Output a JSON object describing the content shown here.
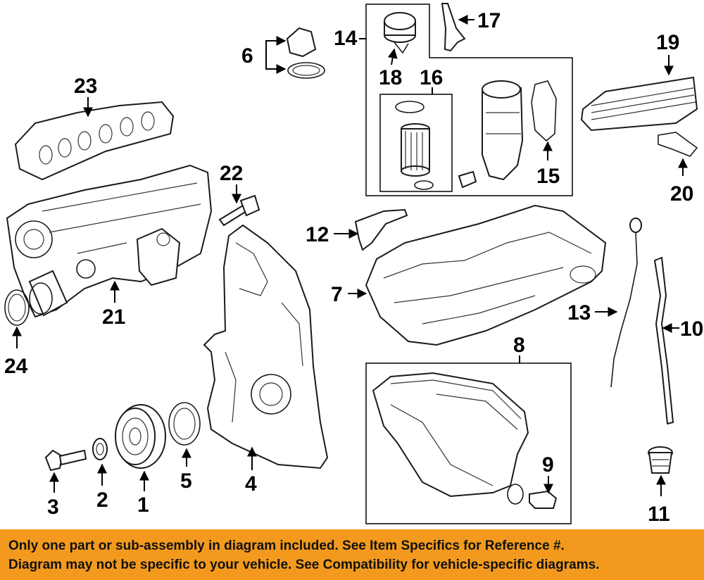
{
  "callouts": {
    "c1": "1",
    "c2": "2",
    "c3": "3",
    "c4": "4",
    "c5": "5",
    "c6": "6",
    "c7": "7",
    "c8": "8",
    "c9": "9",
    "c10": "10",
    "c11": "11",
    "c12": "12",
    "c13": "13",
    "c14": "14",
    "c15": "15",
    "c16": "16",
    "c17": "17",
    "c18": "18",
    "c19": "19",
    "c20": "20",
    "c21": "21",
    "c22": "22",
    "c23": "23",
    "c24": "24"
  },
  "footer": {
    "line1": "Only one part or sub-assembly in diagram included. See Item Specifics for Reference #.",
    "line2": "Diagram may not be specific to your vehicle. See Compatibility for vehicle-specific diagrams."
  },
  "colors": {
    "footer_bg": "#f39a1e",
    "line": "#1a1a1a",
    "text": "#000000"
  }
}
